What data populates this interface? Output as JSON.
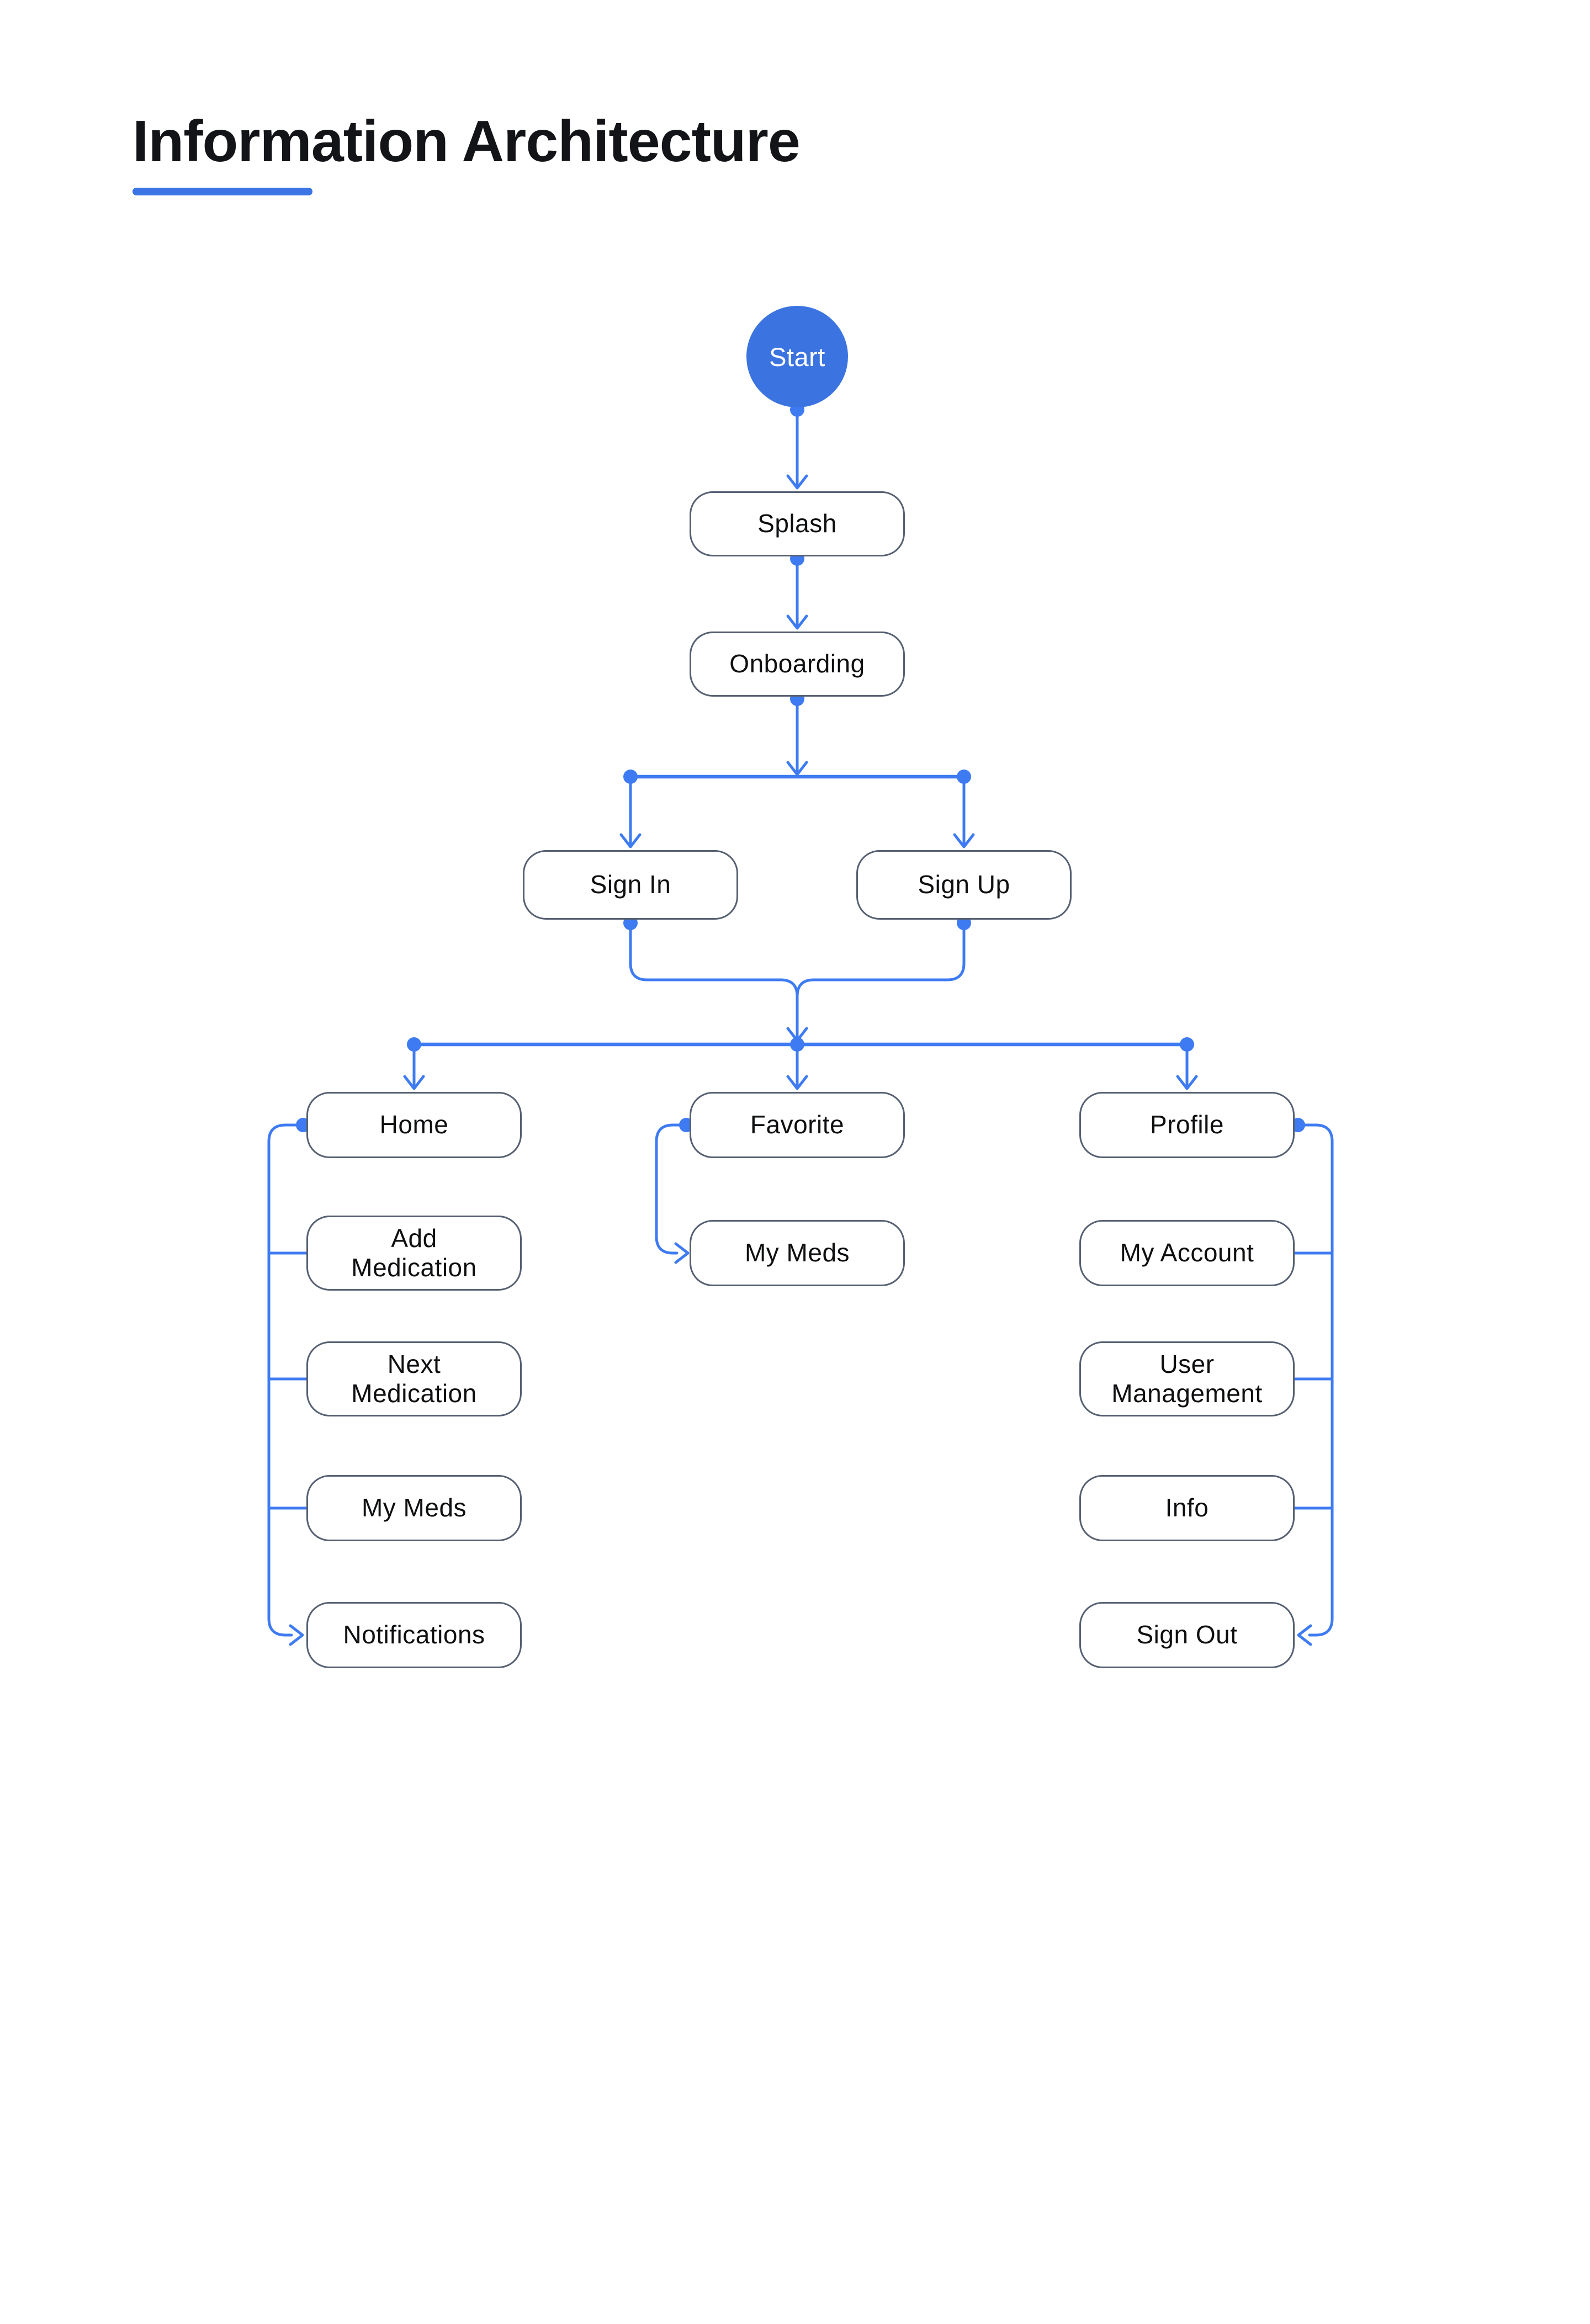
{
  "page": {
    "title": "Information Architecture"
  },
  "colors": {
    "accent_blue": "#3B74E4",
    "connector_blue": "#3E7BF2",
    "node_border": "#566072",
    "node_text": "#0E0F11",
    "title_text": "#131417",
    "background": "#FFFFFF",
    "start_circle_fill": "#3B74E0",
    "start_circle_text": "#FFFFFF"
  },
  "flow": {
    "entry": {
      "label": "Start"
    },
    "sequence": [
      {
        "label": "Splash"
      },
      {
        "label": "Onboarding"
      }
    ],
    "auth_branch": [
      {
        "label": "Sign In"
      },
      {
        "label": "Sign Up"
      }
    ],
    "main_sections": [
      {
        "label": "Home",
        "children": [
          {
            "label": "Add Medication"
          },
          {
            "label": "Next Medication"
          },
          {
            "label": "My Meds"
          },
          {
            "label": "Notifications"
          }
        ]
      },
      {
        "label": "Favorite",
        "children": [
          {
            "label": "My Meds"
          }
        ]
      },
      {
        "label": "Profile",
        "children": [
          {
            "label": "My Account"
          },
          {
            "label": "User Management"
          },
          {
            "label": "Info"
          },
          {
            "label": "Sign Out"
          }
        ]
      }
    ]
  }
}
